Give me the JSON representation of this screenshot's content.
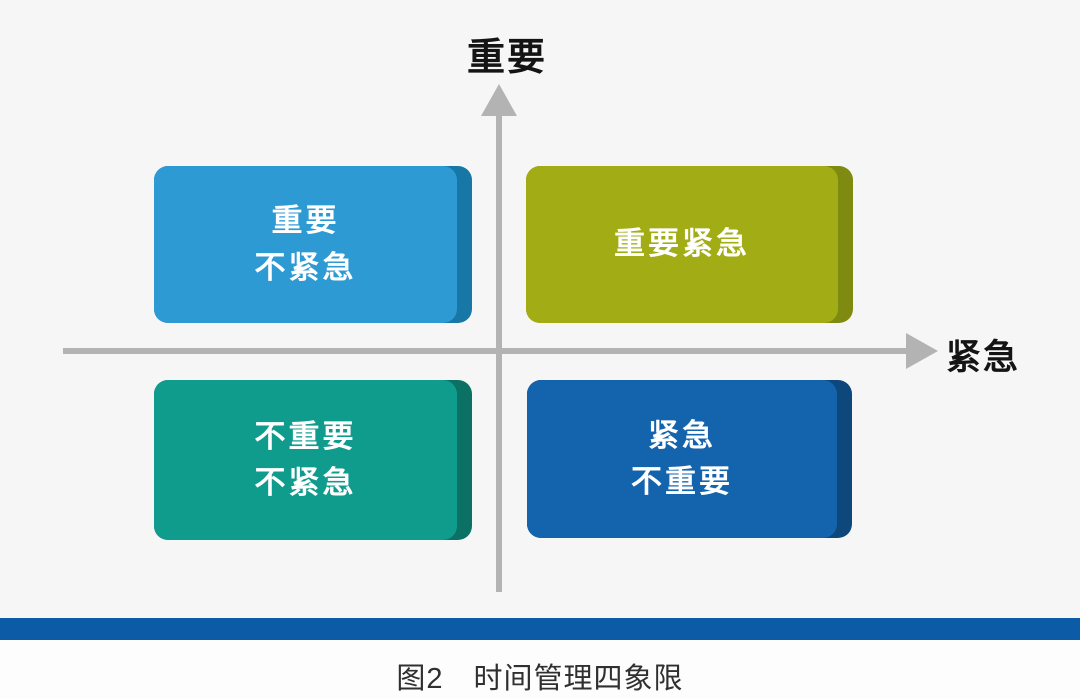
{
  "axes": {
    "y_label": "重要",
    "x_label": "紧急",
    "line_color": "#b3b3b3"
  },
  "quadrants": [
    {
      "id": "important-not-urgent",
      "position": "top-left",
      "lines": [
        "重要",
        "不紧急"
      ],
      "color": "#2d9ad3",
      "edge_color": "#1777a7"
    },
    {
      "id": "important-urgent",
      "position": "top-right",
      "lines": [
        "重要紧急"
      ],
      "color": "#a2ad15",
      "edge_color": "#7e8b10"
    },
    {
      "id": "not-important-not-urgent",
      "position": "bottom-left",
      "lines": [
        "不重要",
        "不紧急"
      ],
      "color": "#109c8d",
      "edge_color": "#0a7164"
    },
    {
      "id": "urgent-not-important",
      "position": "bottom-right",
      "lines": [
        "紧急",
        "不重要"
      ],
      "color": "#1463ad",
      "edge_color": "#0d477c"
    }
  ],
  "footer": {
    "bar_color": "#0b5ba7",
    "caption": "图2　时间管理四象限"
  },
  "quadrant_text_color": "#ffffff"
}
